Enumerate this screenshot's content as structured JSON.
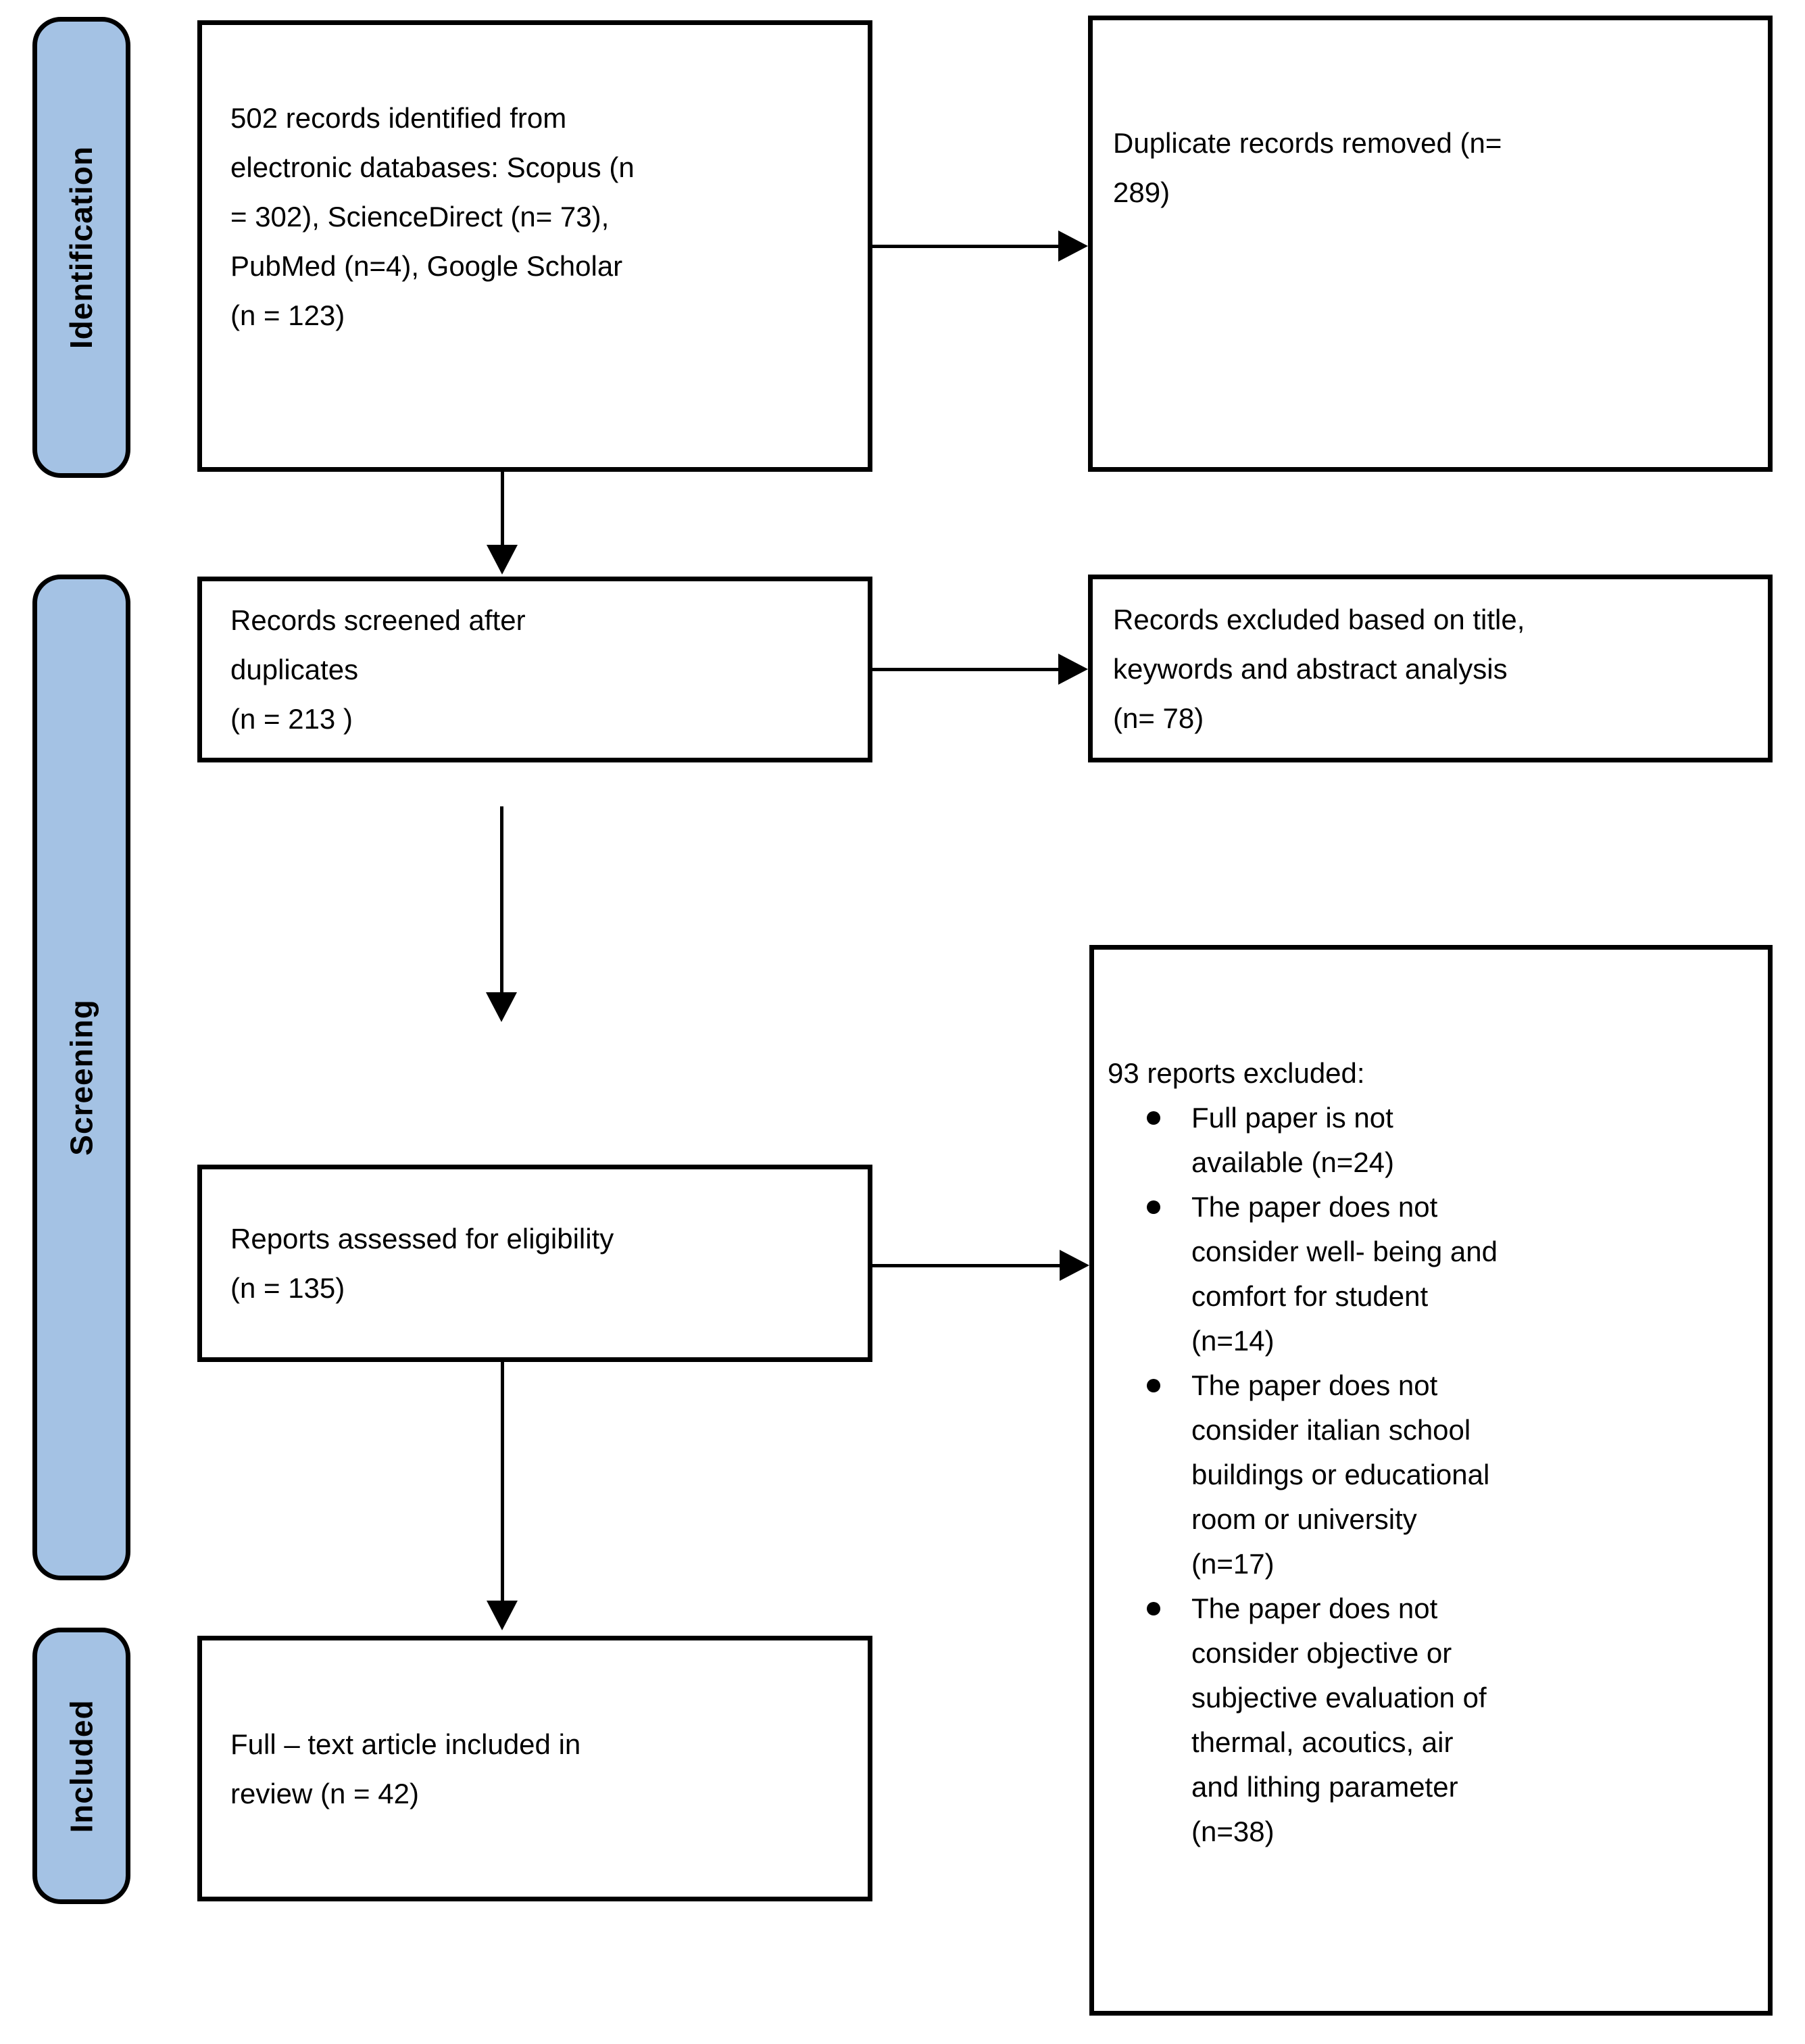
{
  "diagram": {
    "type": "prisma-flowchart",
    "colors": {
      "stage_tab_fill": "#a4c2e4",
      "box_fill": "#ffffff",
      "border_and_text": "#000000"
    },
    "stages": {
      "identification": "Identification",
      "screening": "Screening",
      "included": "Included"
    },
    "boxes": {
      "identified": {
        "lines": [
          "502 records identified from",
          "electronic databases: Scopus (n",
          "= 302), ScienceDirect (n= 73),",
          "PubMed (n=4), Google Scholar",
          "(n = 123)"
        ]
      },
      "duplicates_removed": {
        "lines": [
          "Duplicate records removed (n=",
          "289)"
        ]
      },
      "screened": {
        "lines": [
          "Records screened after",
          "duplicates",
          "(n = 213 )"
        ]
      },
      "excluded_screening": {
        "lines": [
          "Records excluded based on title,",
          "keywords and abstract analysis",
          "(n= 78)"
        ]
      },
      "assessed": {
        "lines": [
          "Reports assessed for eligibility",
          "(n = 135)"
        ]
      },
      "included_review": {
        "lines": [
          "Full – text article included in",
          "review (n = 42)"
        ]
      },
      "reports_excluded": {
        "heading": "93 reports excluded:",
        "bullets": [
          {
            "lines": [
              "Full paper is not",
              "available (n=24)"
            ]
          },
          {
            "lines": [
              "The paper does not",
              "consider well- being and",
              "comfort for student",
              "(n=14)"
            ]
          },
          {
            "lines": [
              "The paper does not",
              "consider italian school",
              "buildings or educational",
              "room or university",
              "(n=17)"
            ]
          },
          {
            "lines": [
              "The paper does not",
              "consider objective or",
              "subjective evaluation of",
              "thermal, acoutics, air",
              "and lithing parameter",
              "(n=38)"
            ]
          }
        ]
      }
    }
  }
}
